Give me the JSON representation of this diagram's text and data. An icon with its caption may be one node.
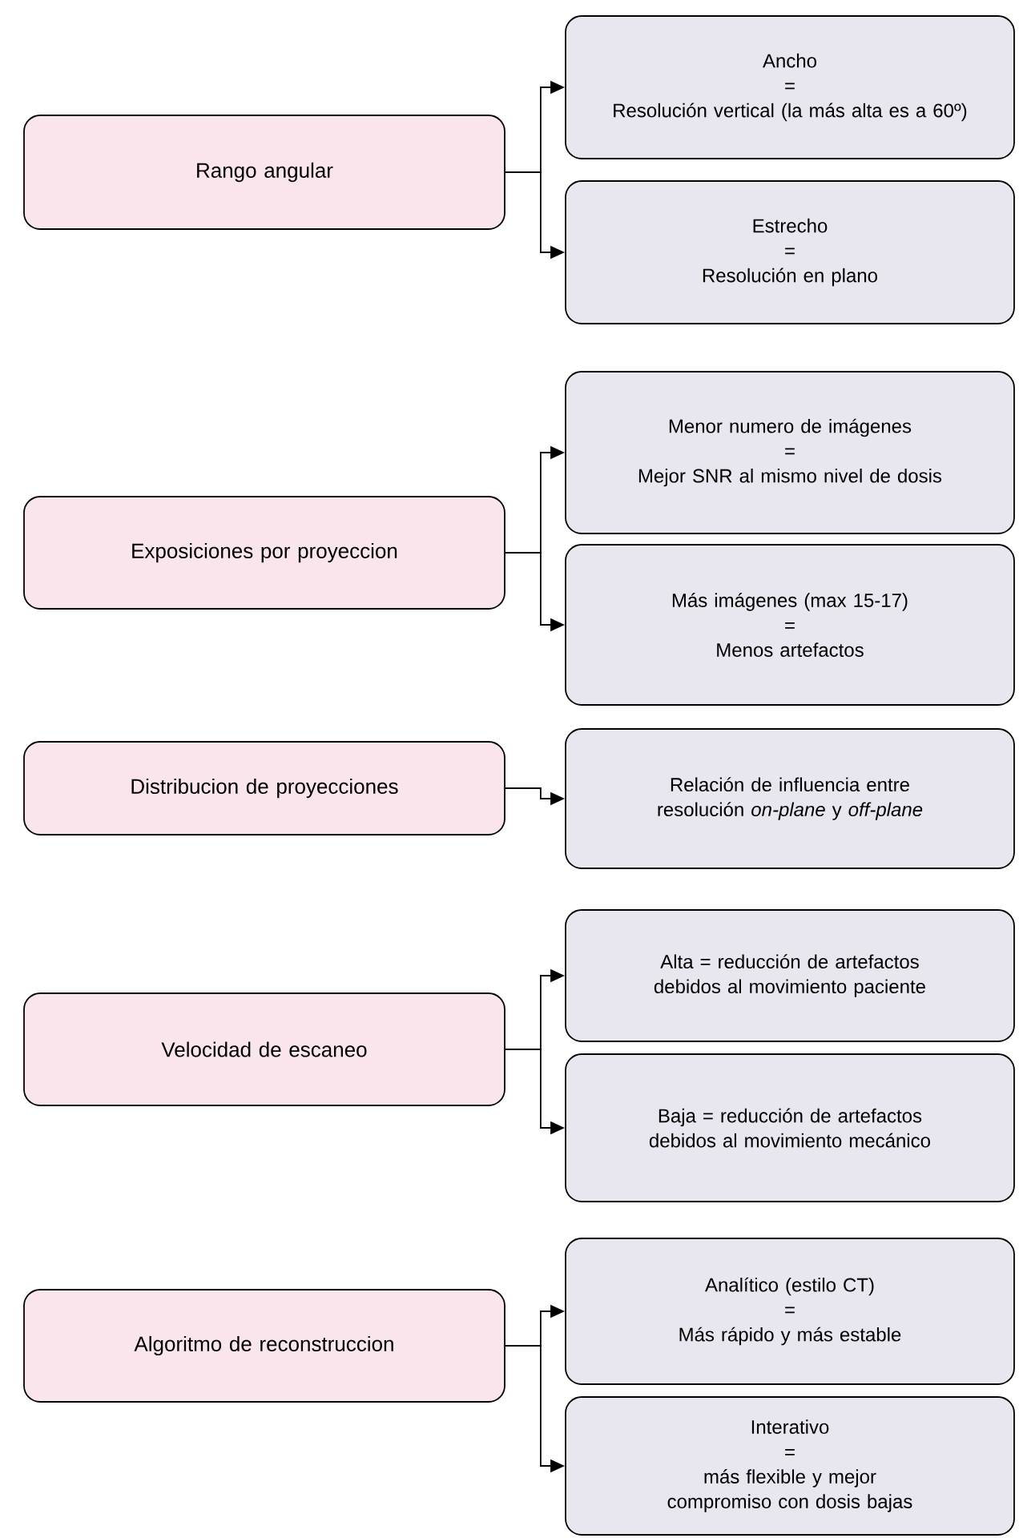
{
  "diagram": {
    "nodes": [
      {
        "text": [
          "Rango angular"
        ]
      },
      {
        "text": [
          "Ancho",
          "=",
          "Resolución vertical (la más alta es a 60º)"
        ]
      },
      {
        "text": [
          "Estrecho",
          "=",
          "Resolución en plano"
        ]
      },
      {
        "text": [
          "Exposiciones por proyeccion"
        ]
      },
      {
        "text": [
          "Menor numero de imágenes",
          "=",
          "Mejor SNR al mismo nivel de dosis"
        ]
      },
      {
        "text": [
          "Más imágenes (max 15-17)",
          "=",
          "Menos artefactos"
        ]
      },
      {
        "text": [
          "Distribucion de proyecciones"
        ]
      },
      {
        "text": [
          "Relación de influencia entre resolución *on-plane* y *off-plane*"
        ]
      },
      {
        "text": [
          "Velocidad de escaneo"
        ]
      },
      {
        "text": [
          "Alta = reducción de artefactos debidos al movimiento paciente"
        ]
      },
      {
        "text": [
          "Baja = reducción de artefactos debidos al movimiento mecánico"
        ]
      },
      {
        "text": [
          "Algoritmo de reconstruccion"
        ]
      },
      {
        "text": [
          "Analítico (estilo CT)",
          "=",
          "Más rápido y más estable"
        ]
      },
      {
        "text": [
          "Interativo",
          "=",
          "más flexible y mejor compromiso con dosis bajas"
        ]
      }
    ],
    "edges": [
      {
        "from": 0,
        "to": 1,
        "arrow": "to"
      },
      {
        "from": 0,
        "to": 2,
        "arrow": "to"
      },
      {
        "from": 3,
        "to": 4,
        "arrow": "to"
      },
      {
        "from": 3,
        "to": 5,
        "arrow": "to"
      },
      {
        "from": 6,
        "to": 7,
        "arrow": "to"
      },
      {
        "from": 8,
        "to": 9,
        "arrow": "to"
      },
      {
        "from": 8,
        "to": 10,
        "arrow": "to"
      },
      {
        "from": 11,
        "to": 12,
        "arrow": "to"
      },
      {
        "from": 11,
        "to": 13,
        "arrow": "to"
      }
    ]
  }
}
